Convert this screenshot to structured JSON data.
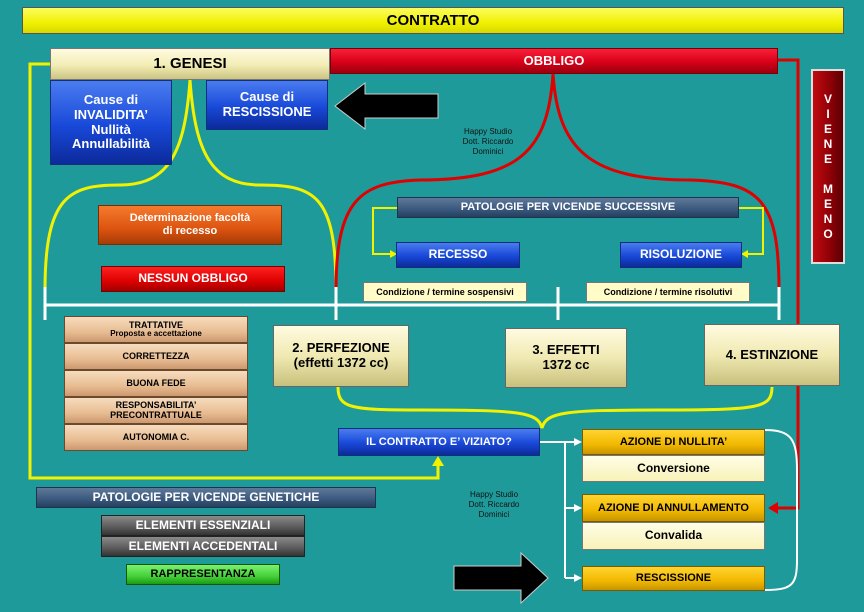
{
  "title": "CONTRATTO",
  "genesi": "1. GENESI",
  "obbligo": "OBBLIGO",
  "cause_invalidita": [
    "Cause di",
    "INVALIDITA’",
    "Nullità",
    "Annullabilità"
  ],
  "cause_rescissione": [
    "Cause di",
    "RESCISSIONE"
  ],
  "viene_meno": [
    "V",
    "I",
    "E",
    "N",
    "E",
    "",
    "M",
    "E",
    "N",
    "O"
  ],
  "credit_top": [
    "Happy Studio",
    "Dott. Riccardo",
    "Dominici"
  ],
  "credit_bottom": [
    "Happy Studio",
    "Dott. Riccardo",
    "Dominici"
  ],
  "patologie_successive": "PATOLOGIE PER VICENDE SUCCESSIVE",
  "recesso": "RECESSO",
  "risoluzione": "RISOLUZIONE",
  "determinazione": [
    "Determinazione facoltà",
    "di recesso"
  ],
  "nessun_obbligo": "NESSUN OBBLIGO",
  "condizione_sospensivi": "Condizione / termine sospensivi",
  "condizione_risolutivi": "Condizione / termine risolutivi",
  "fasi_genesi": [
    [
      "TRATTATIVE",
      "Proposta e accettazione"
    ],
    [
      "CORRETTEZZA"
    ],
    [
      "BUONA FEDE"
    ],
    [
      "RESPONSABILITA’",
      "PRECONTRATTUALE"
    ],
    [
      "AUTONOMIA C."
    ]
  ],
  "perfezione": [
    "2. PERFEZIONE",
    "(effetti 1372 cc)"
  ],
  "effetti": [
    "3. EFFETTI",
    "1372 cc"
  ],
  "estinzione": "4. ESTINZIONE",
  "viziato": "IL CONTRATTO E’ VIZIATO?",
  "azione_nullita": "AZIONE DI NULLITA’",
  "conversione": "Conversione",
  "azione_annullamento": "AZIONE DI ANNULLAMENTO",
  "convalida": "Convalida",
  "rescissione": "RESCISSIONE",
  "patologie_genetiche": "PATOLOGIE PER VICENDE GENETICHE",
  "elementi_essenziali": "ELEMENTI ESSENZIALI",
  "elementi_accidentali": "ELEMENTI ACCEDENTALI",
  "rappresentanza": "RAPPRESENTANZA",
  "colors": {
    "background": "#1f9a9a",
    "yellow_line": "#f2f200",
    "red_line": "#e00000",
    "white_line": "#ffffff"
  }
}
